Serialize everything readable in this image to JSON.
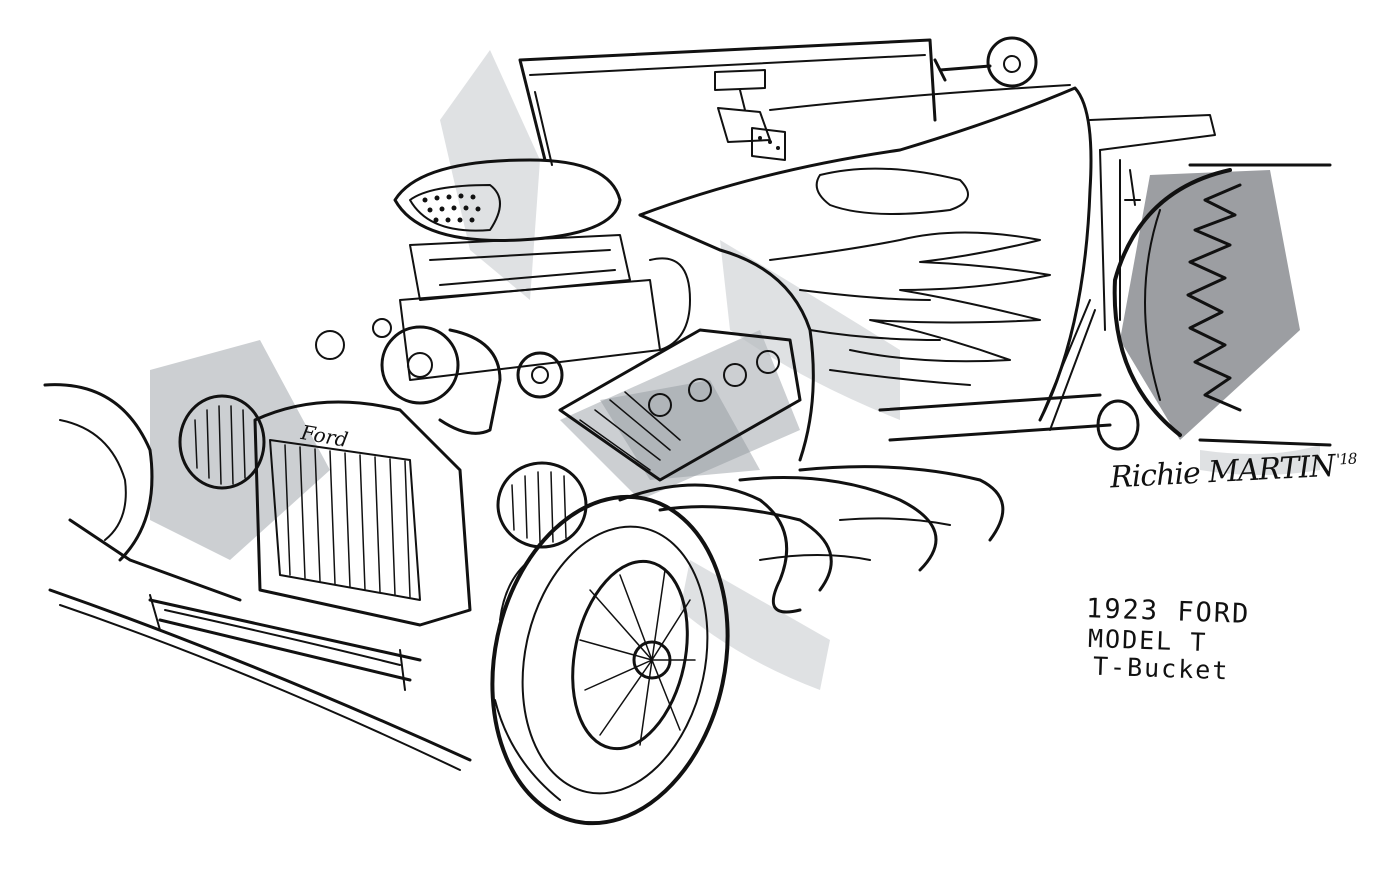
{
  "caption": {
    "line1": "1923 FORD",
    "line2": "MODEL T",
    "line3": "T-Bucket"
  },
  "signature": {
    "name": "Richie MARTIN",
    "year": "'18"
  },
  "grille_badge": "Ford",
  "colors": {
    "ink": "#111111",
    "marker_wash": "#8e959c",
    "paper": "#ffffff"
  }
}
